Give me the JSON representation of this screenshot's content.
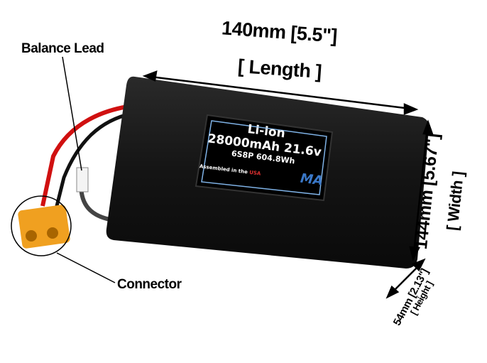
{
  "annotations": {
    "balance_lead": "Balance Lead",
    "connector": "Connector",
    "length_value": "140mm [5.5\"]",
    "length_label": "[ Length ]",
    "width_value": "144mm [5.67\"]",
    "width_label": "[ Width ]",
    "height_value": "54mm [2.13\"]",
    "height_label": "[ Height ]"
  },
  "battery_label": {
    "chemistry": "Li-ion",
    "capacity_voltage": "28000mAh 21.6v",
    "config_energy": "6S8P 604.8Wh",
    "assembled": "Assembled in the ",
    "country": "USA",
    "logo": "MA"
  },
  "colors": {
    "body": "#151515",
    "label_border": "#7fb2e6",
    "logo": "#3a78c8",
    "wire_red": "#d01010",
    "connector": "#f0a020"
  }
}
